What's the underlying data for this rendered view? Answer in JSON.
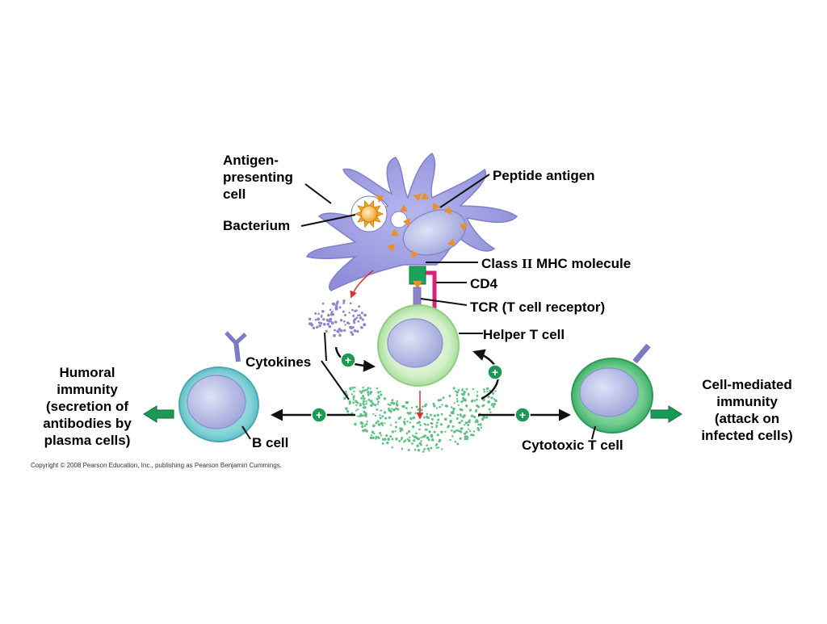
{
  "labels": {
    "apc_line1": "Antigen-",
    "apc_line2": "presenting",
    "apc_line3": "cell",
    "bacterium": "Bacterium",
    "peptide_antigen": "Peptide antigen",
    "class_prefix": "Class ",
    "class_roman": "II",
    "class_suffix": " MHC molecule",
    "cd4": "CD4",
    "tcr": "TCR (T cell receptor)",
    "helper_t_cell": "Helper T cell",
    "cytokines": "Cytokines",
    "b_cell": "B cell",
    "cytotoxic_t_cell": "Cytotoxic T cell",
    "humoral_line1": "Humoral",
    "humoral_line2": "immunity",
    "humoral_line3": "(secretion of",
    "humoral_line4": "antibodies by",
    "humoral_line5": "plasma cells)",
    "cell_mediated_line1": "Cell-mediated",
    "cell_mediated_line2": "immunity",
    "cell_mediated_line3": "(attack on",
    "cell_mediated_line4": "infected cells)"
  },
  "plus_sign": "+",
  "copyright": "Copyright © 2008 Pearson Education, Inc., publishing as Pearson Benjamin Cummings.",
  "colors": {
    "apc": "#9b9be0",
    "apc_nucleus": "#b8bde8",
    "bacterium": "#f2b23a",
    "peptide": "#e8902a",
    "mhc": "#1aa35a",
    "cd4": "#d6237a",
    "tcr": "#8a86c9",
    "helper_t": "#c9ecbf",
    "b_cell": "#7fd0d4",
    "cytotoxic_t": "#5cc27a",
    "cytokine_purple": "#8b89c9",
    "cytokine_green": "#5fbf85",
    "plus_badge": "#1b9a55",
    "arrow_red": "#d8323a",
    "outcome_arrow": "#1b9a55"
  }
}
